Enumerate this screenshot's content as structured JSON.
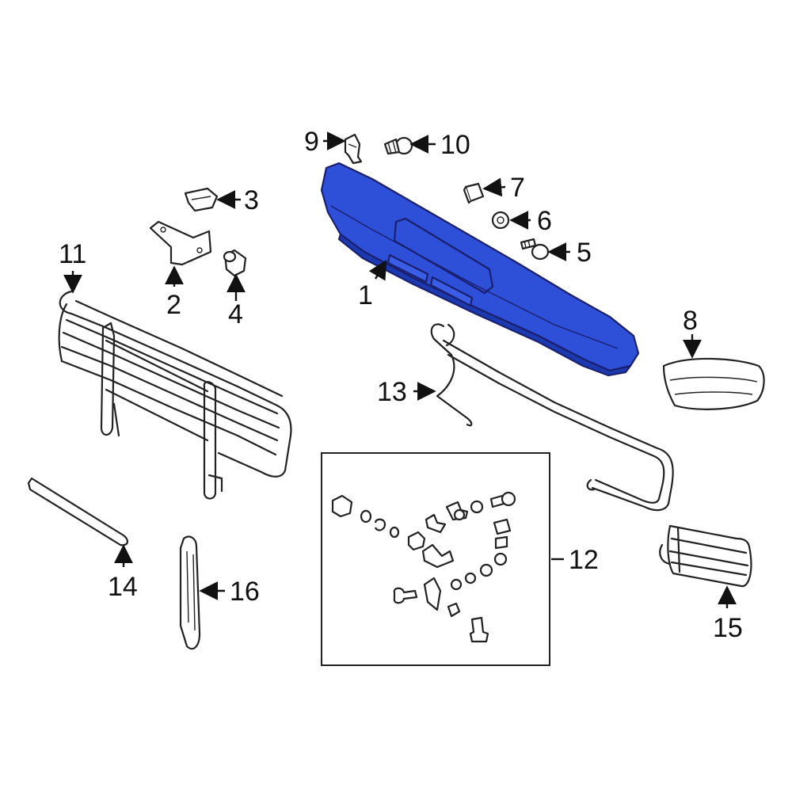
{
  "colors": {
    "highlight": "#2e4fd8",
    "highlight_dark": "#1c3ab0",
    "line": "#222222",
    "background": "#ffffff"
  },
  "callouts": [
    {
      "id": "1",
      "text": "1"
    },
    {
      "id": "2",
      "text": "2"
    },
    {
      "id": "3",
      "text": "3"
    },
    {
      "id": "4",
      "text": "4"
    },
    {
      "id": "5",
      "text": "5"
    },
    {
      "id": "6",
      "text": "6"
    },
    {
      "id": "7",
      "text": "7"
    },
    {
      "id": "8",
      "text": "8"
    },
    {
      "id": "9",
      "text": "9"
    },
    {
      "id": "10",
      "text": "10"
    },
    {
      "id": "11",
      "text": "11"
    },
    {
      "id": "12",
      "text": "12"
    },
    {
      "id": "13",
      "text": "13"
    },
    {
      "id": "14",
      "text": "14"
    },
    {
      "id": "15",
      "text": "15"
    },
    {
      "id": "16",
      "text": "16"
    }
  ],
  "highlighted_part": "1"
}
